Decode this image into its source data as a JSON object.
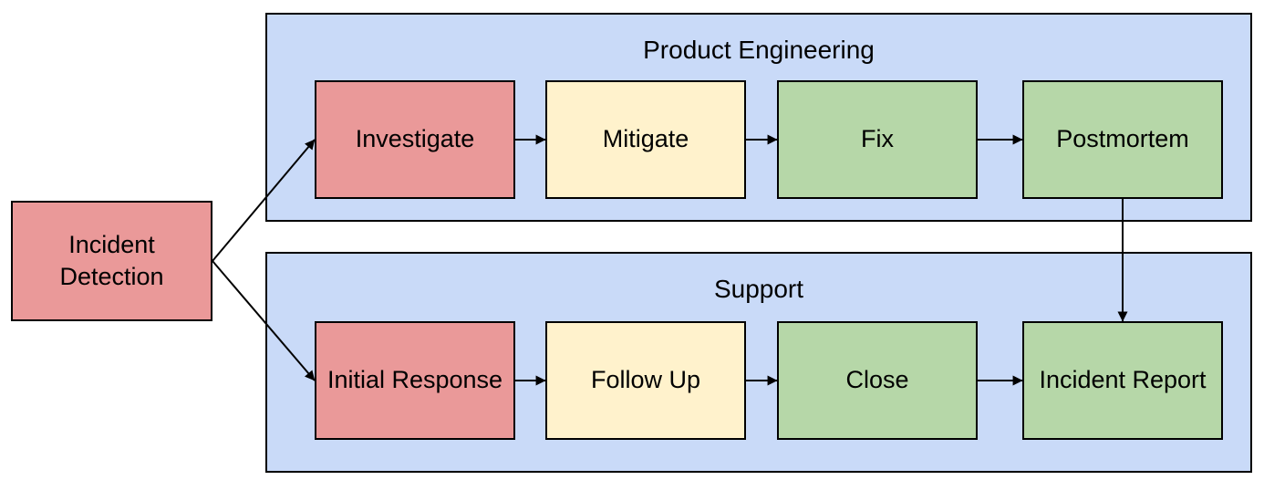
{
  "diagram": {
    "type": "flowchart",
    "nodes": {
      "incident_detection": {
        "label": "Incident Detection",
        "fill": "red"
      },
      "investigate": {
        "label": "Investigate",
        "fill": "red"
      },
      "mitigate": {
        "label": "Mitigate",
        "fill": "yellow"
      },
      "fix": {
        "label": "Fix",
        "fill": "green"
      },
      "postmortem": {
        "label": "Postmortem",
        "fill": "green"
      },
      "initial_response": {
        "label": "Initial Response",
        "fill": "red"
      },
      "follow_up": {
        "label": "Follow Up",
        "fill": "yellow"
      },
      "close": {
        "label": "Close",
        "fill": "green"
      },
      "incident_report": {
        "label": "Incident Report",
        "fill": "green"
      }
    },
    "lanes": [
      {
        "id": "product_engineering",
        "title": "Product Engineering",
        "nodes": [
          "investigate",
          "mitigate",
          "fix",
          "postmortem"
        ]
      },
      {
        "id": "support",
        "title": "Support",
        "nodes": [
          "initial_response",
          "follow_up",
          "close",
          "incident_report"
        ]
      }
    ],
    "edges": [
      {
        "from": "incident_detection",
        "to": "investigate"
      },
      {
        "from": "incident_detection",
        "to": "initial_response"
      },
      {
        "from": "investigate",
        "to": "mitigate"
      },
      {
        "from": "mitigate",
        "to": "fix"
      },
      {
        "from": "fix",
        "to": "postmortem"
      },
      {
        "from": "initial_response",
        "to": "follow_up"
      },
      {
        "from": "follow_up",
        "to": "close"
      },
      {
        "from": "close",
        "to": "incident_report"
      },
      {
        "from": "postmortem",
        "to": "incident_report"
      }
    ],
    "colors": {
      "red": "#EA9999",
      "yellow": "#FFF2CC",
      "green": "#B6D7A8",
      "lane": "#C9DAF8",
      "border": "#000000",
      "arrow": "#000000"
    }
  }
}
